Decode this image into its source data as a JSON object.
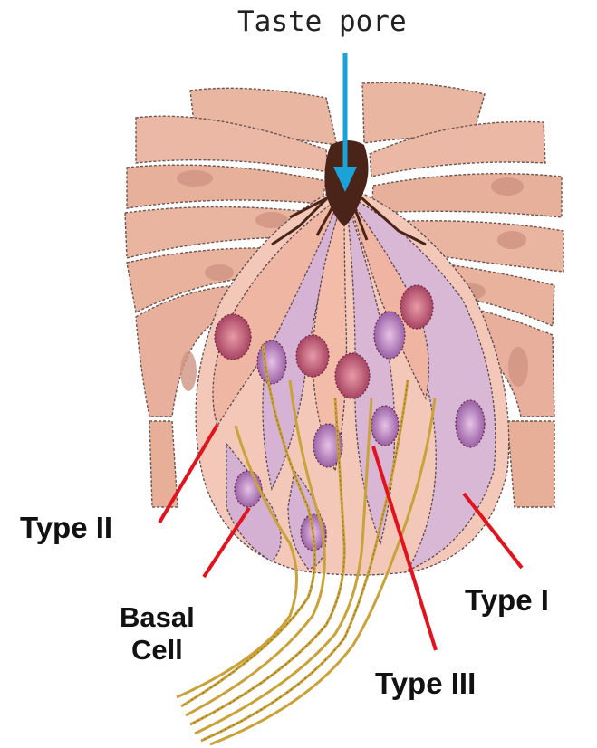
{
  "title": "Taste pore",
  "labels": {
    "type_ii": "Type II",
    "basal_line1": "Basal",
    "basal_line2": "Cell",
    "type_i": "Type I",
    "type_iii": "Type III"
  },
  "colors": {
    "arrow": "#1aa3d8",
    "leader_lines": "#e0141e",
    "epithelium": "#e8b29e",
    "type_i_cell": "#d8b4d2",
    "type_ii_cell": "#efb4a2",
    "nerve_fibers": "#c9a23a",
    "pore": "#4a2418"
  }
}
